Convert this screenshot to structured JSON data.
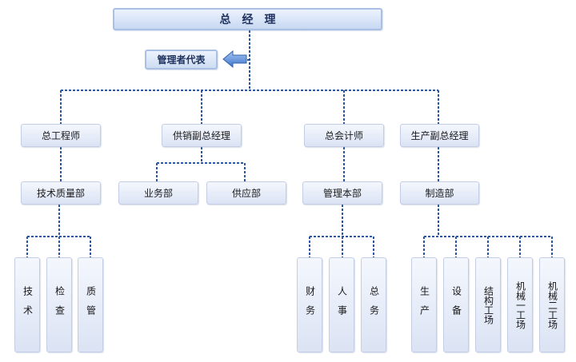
{
  "general_manager": "总经理",
  "management_rep": "管理者代表",
  "level2": {
    "chief_engineer": "总工程师",
    "sales_supply_vgm": "供销副总经理",
    "chief_accountant": "总会计师",
    "production_vgm": "生产副总经理"
  },
  "level3": {
    "tech_quality_dept": "技术质量部",
    "business_dept": "业务部",
    "supply_dept": "供应部",
    "management_dept": "管理本部",
    "manufacturing_dept": "制造部"
  },
  "level4": {
    "tech": "技术",
    "inspection": "检查",
    "quality_mgmt": "质管",
    "finance": "财务",
    "personnel": "人事",
    "general_affairs": "总务",
    "production": "生产",
    "equipment": "设备",
    "structural_plant": "结构工场",
    "machinery_plant_1": "机械一工场",
    "machinery_plant_2": "机械二工场"
  },
  "colors": {
    "connector": "#2b57a6",
    "arrow": "#4a7fd0"
  }
}
